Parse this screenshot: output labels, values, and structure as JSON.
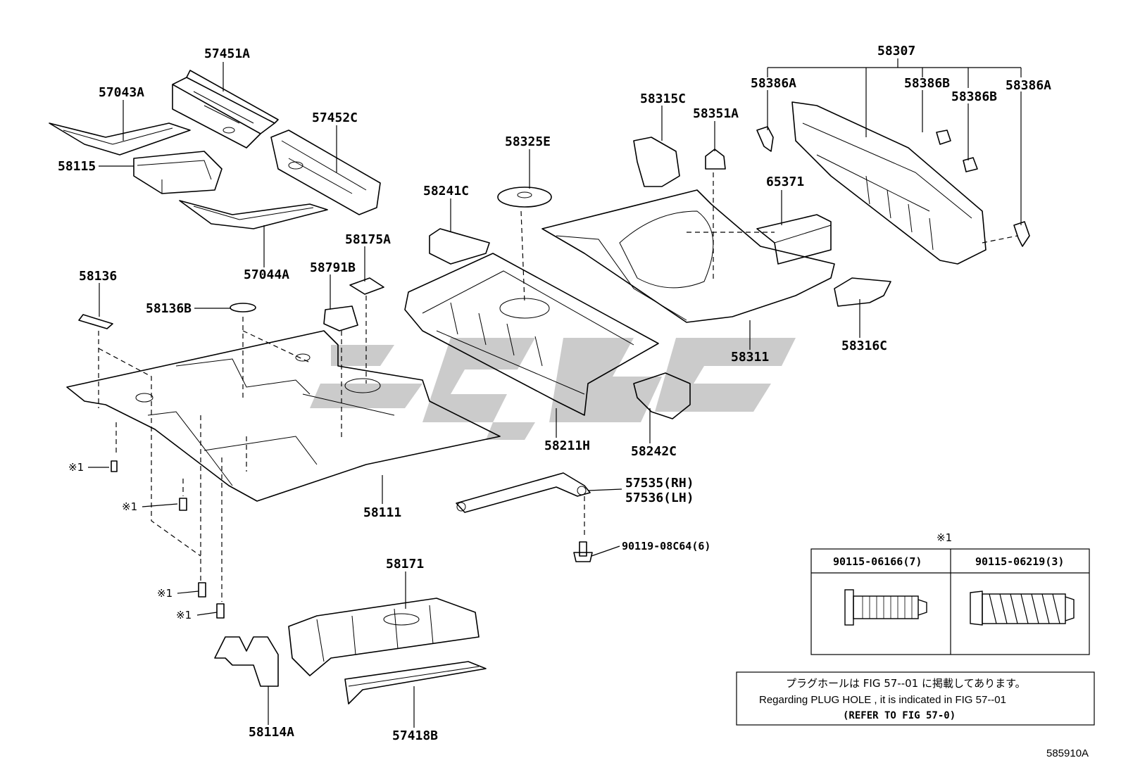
{
  "labels": {
    "p57451A": "57451A",
    "p57043A": "57043A",
    "p57452C": "57452C",
    "p58115": "58115",
    "p57044A": "57044A",
    "p58136": "58136",
    "p58136B": "58136B",
    "p58791B": "58791B",
    "p58175A": "58175A",
    "p58241C": "58241C",
    "p58325E": "58325E",
    "p58315C": "58315C",
    "p58351A": "58351A",
    "p65371": "65371",
    "p58307": "58307",
    "p58386A_left": "58386A",
    "p58386B_a": "58386B",
    "p58386B_b": "58386B",
    "p58386A_right": "58386A",
    "p58316C": "58316C",
    "p58311": "58311",
    "p58211H": "58211H",
    "p58242C": "58242C",
    "p58111": "58111",
    "p57535": "57535(RH)",
    "p57536": "57536(LH)",
    "p90119": "90119-08C64(6)",
    "p58171": "58171",
    "p58114A": "58114A",
    "p57418B": "57418B"
  },
  "ref_marks": {
    "m1": "※1",
    "m2": "※1",
    "m3": "※1",
    "m4": "※1"
  },
  "fastener_table": {
    "title": "※1",
    "col1_header": "90115-06166(7)",
    "col2_header": "90115-06219(3)"
  },
  "note": {
    "line_jp": "プラグホールは FIG  57--01 に掲載してあります。",
    "line_en": "Regarding  PLUG  HOLE , it is indicated in FIG  57--01",
    "line_ref": "(REFER TO FIG 57-0)"
  },
  "figure_code": "585910A"
}
